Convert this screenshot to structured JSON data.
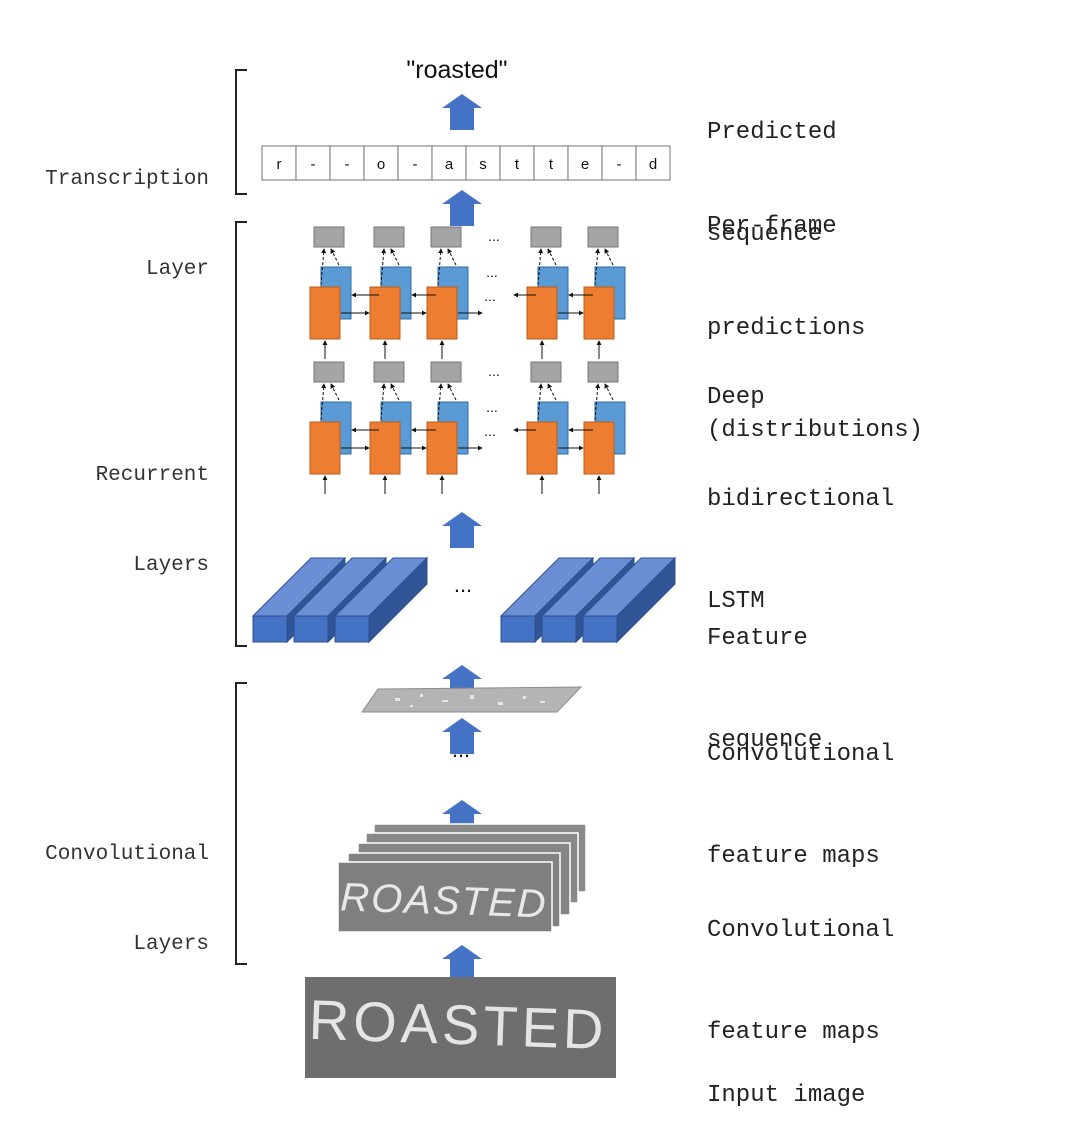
{
  "output": {
    "sequence": "\"roasted\""
  },
  "frames": [
    "r",
    "-",
    "-",
    "o",
    "-",
    "a",
    "s",
    "t",
    "t",
    "e",
    "-",
    "d"
  ],
  "ellipsis": "...",
  "layers": {
    "transcription": [
      "Transcription",
      "Layer"
    ],
    "recurrent": [
      "Recurrent",
      "Layers"
    ],
    "convolutional": [
      "Convolutional",
      "Layers"
    ]
  },
  "labels": {
    "predicted": [
      "Predicted",
      "sequence"
    ],
    "per_frame": [
      "Per-frame",
      "predictions",
      "(distributions)"
    ],
    "lstm": [
      "Deep",
      "bidirectional",
      "LSTM"
    ],
    "feature_seq": [
      "Feature",
      "sequence"
    ],
    "conv_maps_top": [
      "Convolutional",
      "feature maps"
    ],
    "conv_maps_bottom": [
      "Convolutional",
      "feature maps"
    ],
    "input": [
      "Input image"
    ]
  },
  "images": {
    "input_text": "ROASTED",
    "feature_map_text": "ROASTED"
  },
  "colors": {
    "arrow": "#4472c4",
    "lstm_forward": "#ed7d31",
    "lstm_backward": "#5b9bd5",
    "lstm_output": "#a5a5a5",
    "feature_face": "#4472c4",
    "feature_top": "#6b8fd4",
    "feature_side": "#2f5597"
  }
}
